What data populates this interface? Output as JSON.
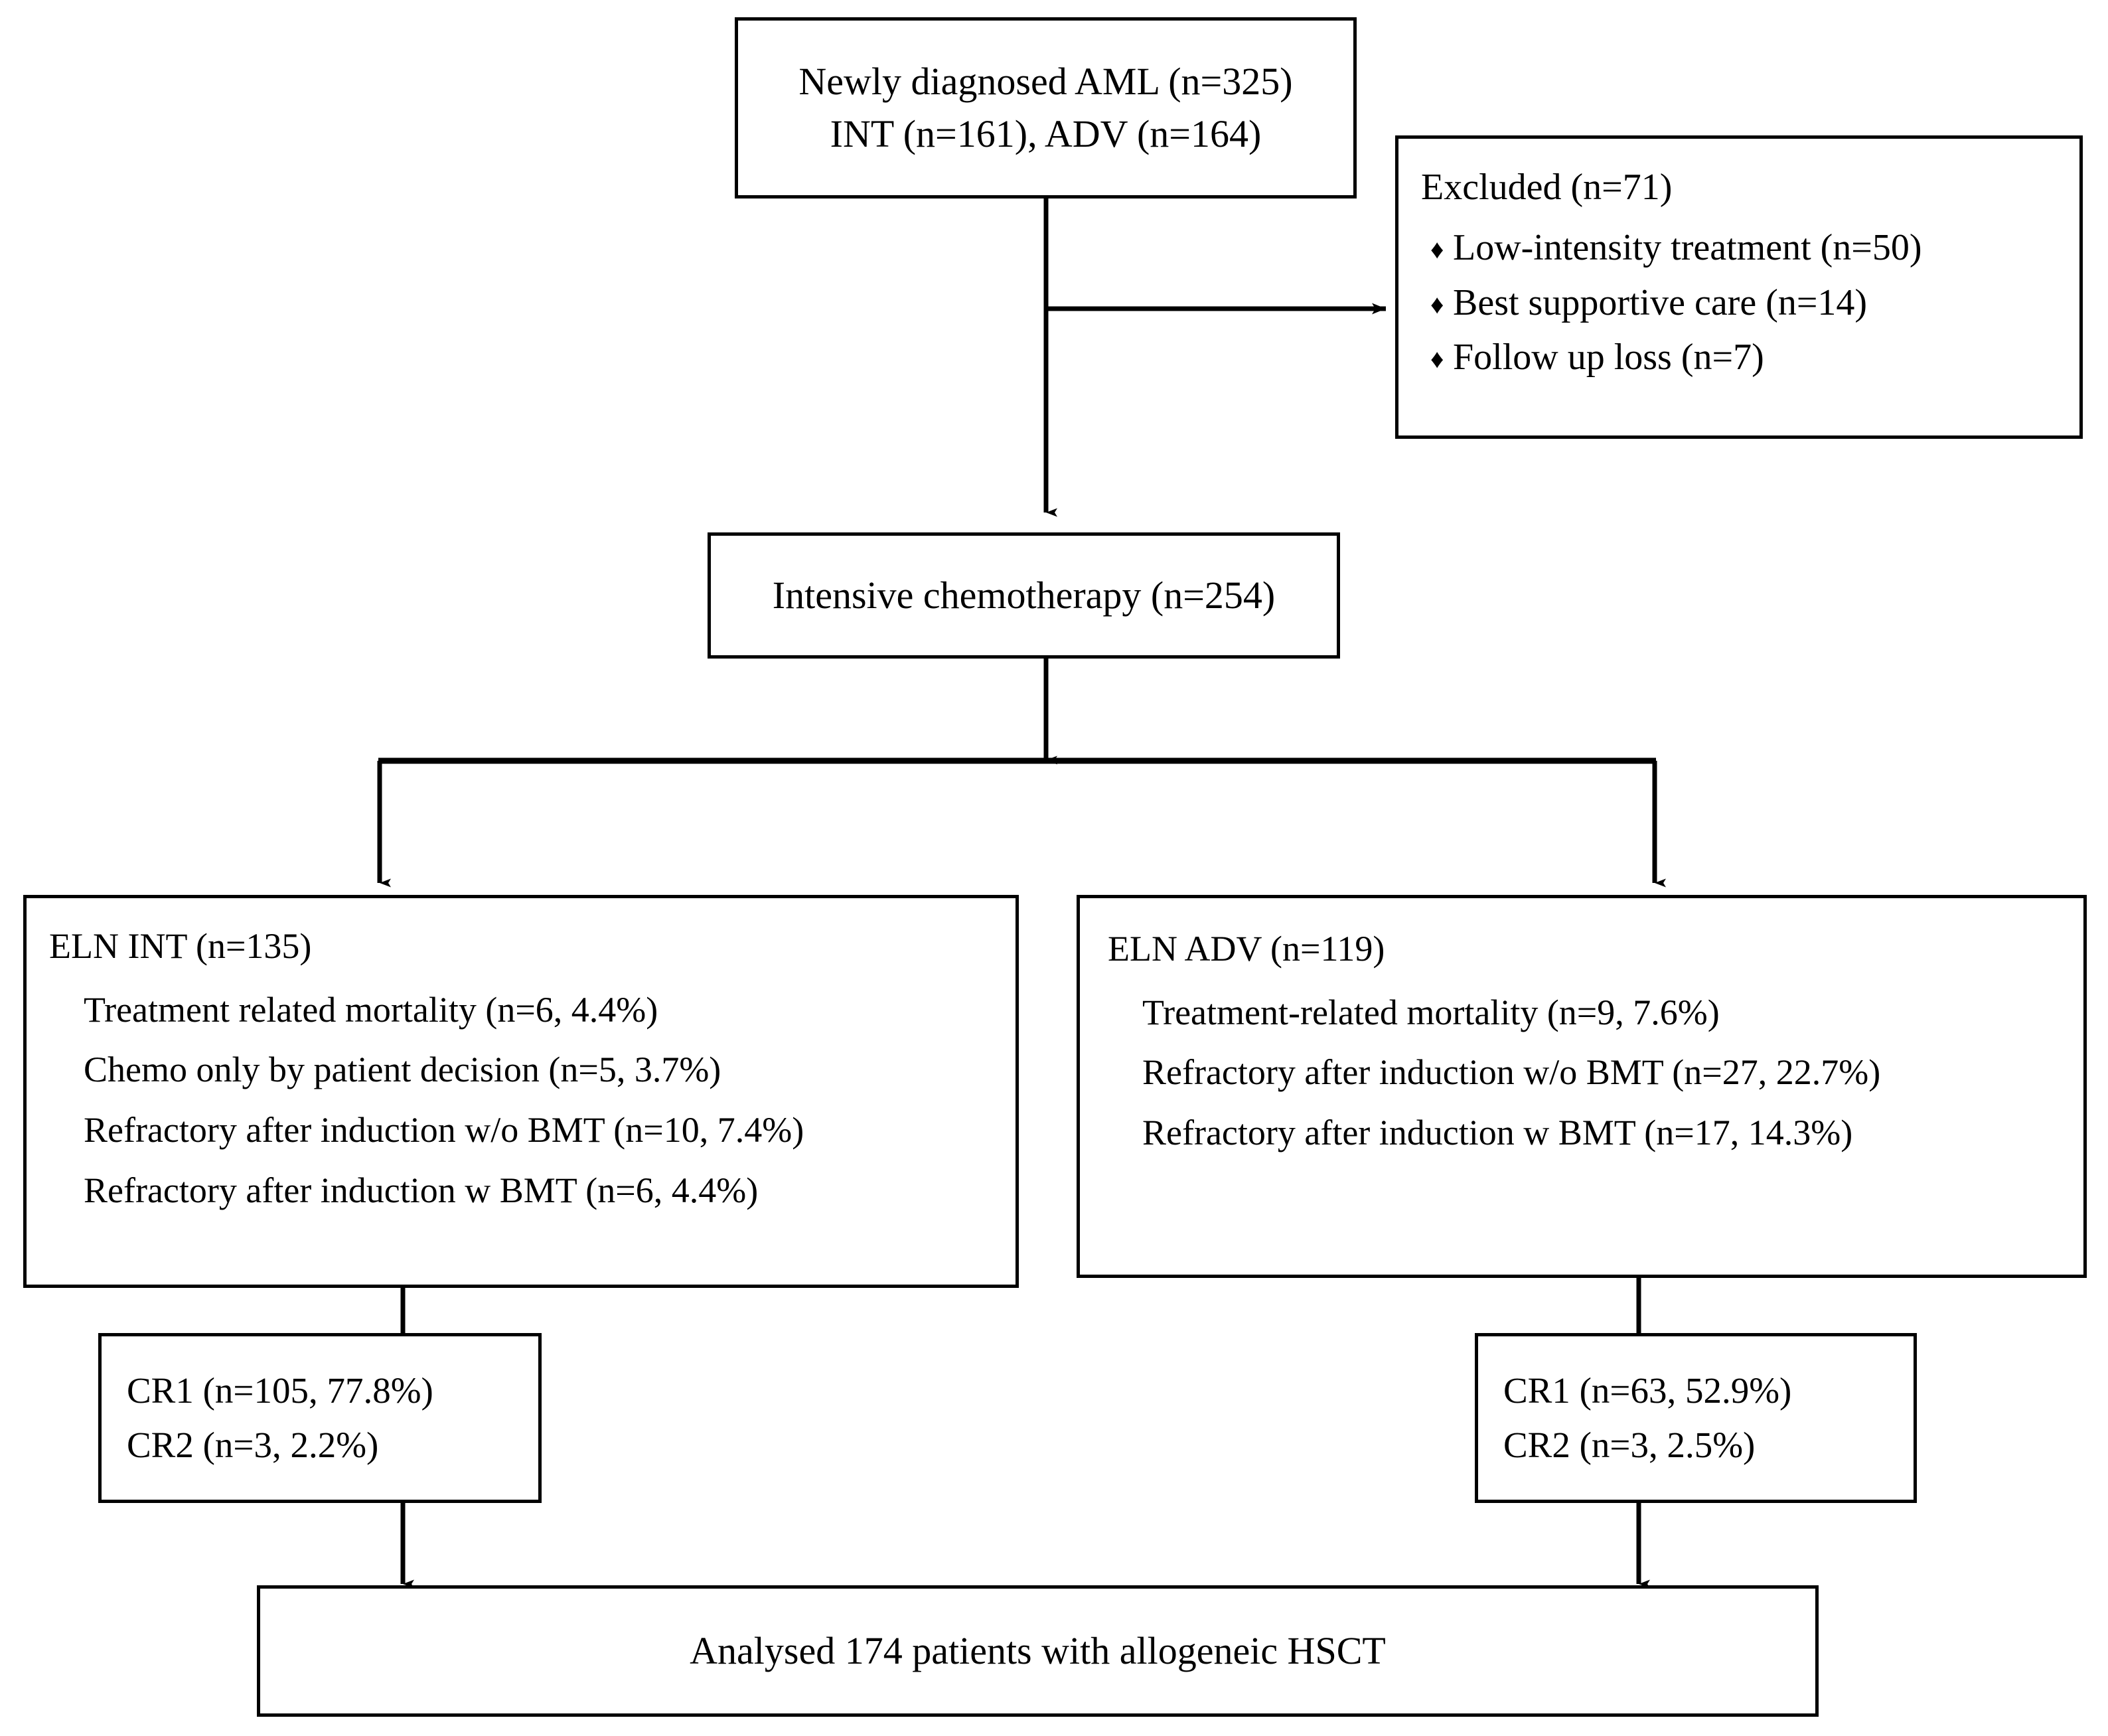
{
  "figure": {
    "type": "flowchart",
    "title": "AML patient selection flow diagram",
    "line_color": "#000000",
    "background_color": "#ffffff"
  },
  "nodes": {
    "enrolled": {
      "lines": [
        "Newly diagnosed AML (n=325)",
        "INT (n=161), ADV (n=164)"
      ]
    },
    "excluded": {
      "heading": "Excluded (n=71)",
      "bullet_glyph": "♦",
      "items": [
        "Low-intensity treatment (n=50)",
        "Best supportive care (n=14)",
        "Follow up loss (n=7)"
      ]
    },
    "chemo": {
      "label": "Intensive chemotherapy (n=254)"
    },
    "eln_int": {
      "heading": "ELN INT (n=135)",
      "items": [
        "Treatment related mortality (n=6, 4.4%)",
        "Chemo only by patient decision (n=5, 3.7%)",
        "Refractory after induction w/o BMT (n=10, 7.4%)",
        "Refractory after induction w BMT (n=6, 4.4%)"
      ]
    },
    "eln_adv": {
      "heading": "ELN ADV (n=119)",
      "items": [
        "Treatment-related mortality (n=9, 7.6%)",
        "Refractory after induction w/o BMT (n=27, 22.7%)",
        "Refractory after induction w BMT (n=17, 14.3%)"
      ]
    },
    "cr_int": {
      "lines": [
        "CR1 (n=105, 77.8%)",
        "CR2 (n=3, 2.2%)"
      ]
    },
    "cr_adv": {
      "lines": [
        "CR1 (n=63, 52.9%)",
        "CR2 (n=3, 2.5%)"
      ]
    },
    "analysed": {
      "label": "Analysed 174 patients with allogeneic HSCT"
    }
  },
  "edges": [
    {
      "from": "enrolled",
      "to": "excluded",
      "style": "elbow-right-arrow"
    },
    {
      "from": "enrolled",
      "to": "chemo",
      "style": "vertical-arrow"
    },
    {
      "from": "chemo",
      "to": "split-bar",
      "style": "vertical-arrow"
    },
    {
      "from": "split-bar",
      "to": "eln_int",
      "style": "vertical-arrow"
    },
    {
      "from": "split-bar",
      "to": "eln_adv",
      "style": "vertical-arrow"
    },
    {
      "from": "eln_int",
      "to": "cr_int",
      "style": "vertical-line"
    },
    {
      "from": "eln_adv",
      "to": "cr_adv",
      "style": "vertical-line"
    },
    {
      "from": "cr_int",
      "to": "analysed",
      "style": "vertical-arrow"
    },
    {
      "from": "cr_adv",
      "to": "analysed",
      "style": "vertical-arrow"
    }
  ]
}
